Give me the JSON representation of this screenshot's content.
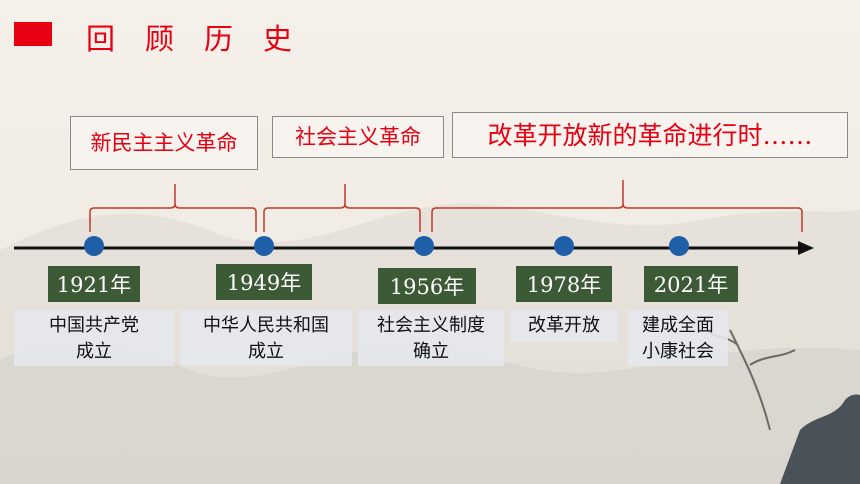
{
  "title": "回顾历史",
  "periods": [
    {
      "label": "新民主主义革命"
    },
    {
      "label": "社会主义革命"
    },
    {
      "label": "改革开放新的革命进行时……"
    }
  ],
  "milestones": [
    {
      "year": "1921年",
      "event_lines": [
        "中国共产党",
        "成立"
      ]
    },
    {
      "year": "1949年",
      "event_lines": [
        "中华人民共和国",
        "成立"
      ]
    },
    {
      "year": "1956年",
      "event_lines": [
        "社会主义制度",
        "确立"
      ]
    },
    {
      "year": "1978年",
      "event_lines": [
        "改革开放"
      ]
    },
    {
      "year": "2021年",
      "event_lines": [
        "建成全面",
        "小康社会"
      ]
    }
  ],
  "colors": {
    "accent_red": "#e60012",
    "timeline_blue": "#1f5fa8",
    "year_green": "#3c5a36",
    "bracket_red": "#c0392b"
  }
}
